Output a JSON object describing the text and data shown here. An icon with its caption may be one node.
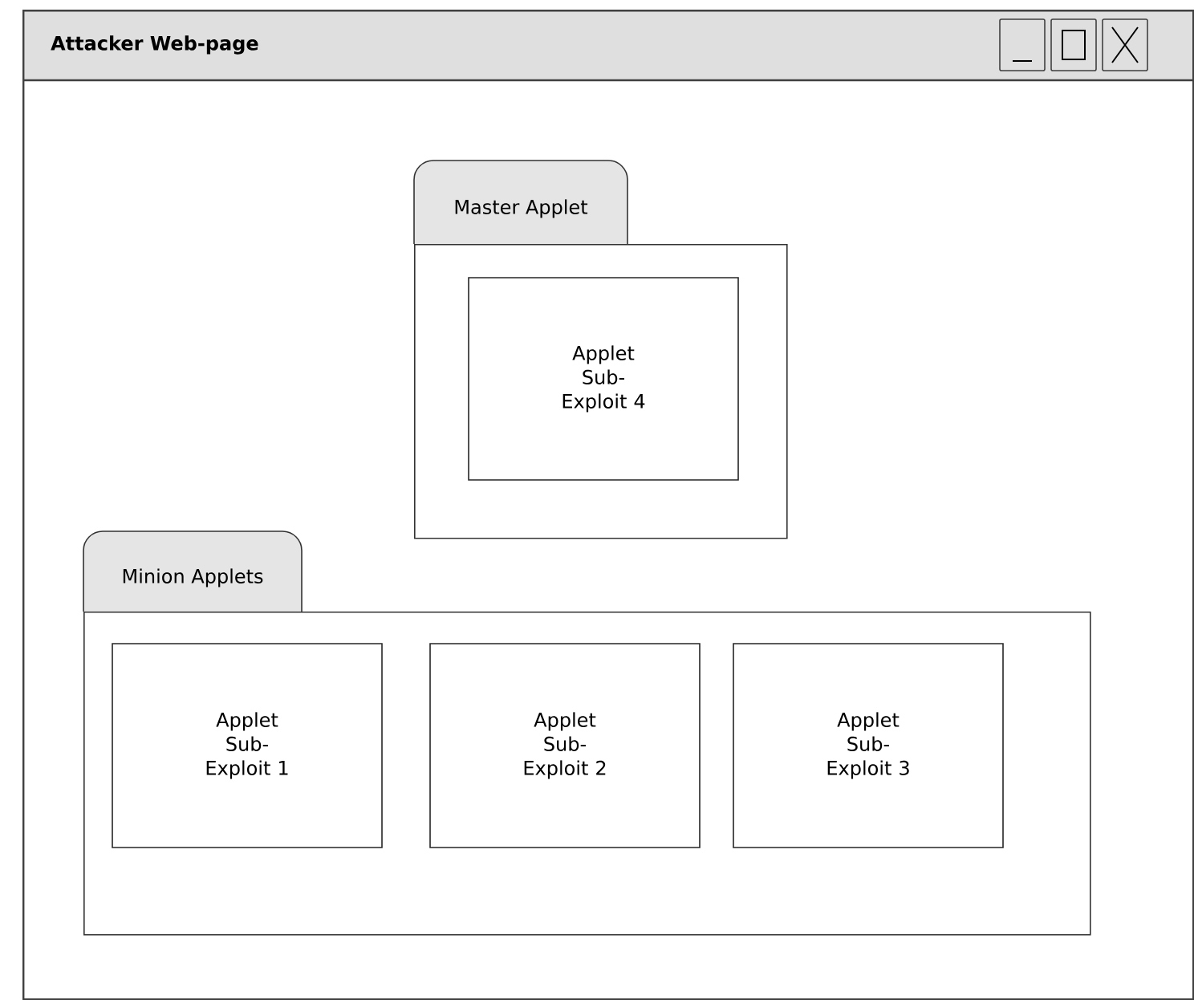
{
  "diagram": {
    "nodes": [
      {
        "text": [
          "Attacker Web-page"
        ]
      },
      {
        "text": [
          "Master Applet"
        ],
        "in": 0
      },
      {
        "text": [
          "Applet Sub-Exploit 4"
        ],
        "in": 1
      },
      {
        "text": [
          "Minion Applets"
        ],
        "in": 0
      },
      {
        "text": [
          "Applet Sub-Exploit 1"
        ],
        "in": 3
      },
      {
        "text": [
          "Applet Sub-Exploit 2"
        ],
        "in": 3
      },
      {
        "text": [
          "Applet Sub-Exploit 3"
        ],
        "in": 3
      }
    ]
  }
}
